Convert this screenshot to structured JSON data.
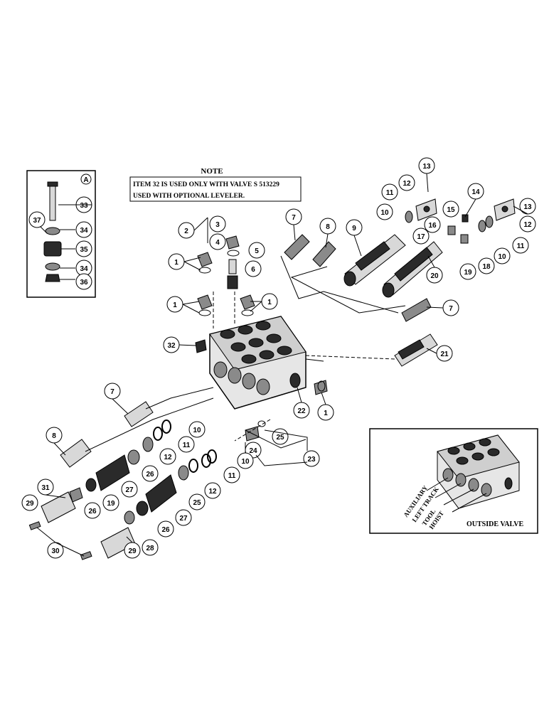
{
  "note": {
    "title": "NOTE",
    "line1": "ITEM 32 IS USED ONLY WITH VALVE S 513229",
    "line2": "USED WITH OPTIONAL LEVELER."
  },
  "detail_marker": "A",
  "inset": {
    "caption": "OUTSIDE VALVE",
    "labels": [
      "AUXILIARY",
      "LEFT TRACK",
      "TOOL",
      "HOIST"
    ]
  },
  "callouts": {
    "c1a": "1",
    "c1b": "1",
    "c1c": "1",
    "c1d": "1",
    "c2": "2",
    "c3": "3",
    "c4": "4",
    "c5": "5",
    "c6": "6",
    "c7a": "7",
    "c7b": "7",
    "c7c": "7",
    "c8a": "8",
    "c8b": "8",
    "c9": "9",
    "c10a": "10",
    "c10b": "10",
    "c10c": "10",
    "c10d": "10",
    "c11a": "11",
    "c11b": "11",
    "c11c": "11",
    "c11d": "11",
    "c12a": "12",
    "c12b": "12",
    "c12c": "12",
    "c12d": "12",
    "c13a": "13",
    "c13b": "13",
    "c14": "14",
    "c15": "15",
    "c16": "16",
    "c17": "17",
    "c18": "18",
    "c19a": "19",
    "c19b": "19",
    "c20": "20",
    "c21": "21",
    "c22": "22",
    "c23": "23",
    "c24": "24",
    "c25a": "25",
    "c25b": "25",
    "c26a": "26",
    "c26b": "26",
    "c26c": "26",
    "c27a": "27",
    "c27b": "27",
    "c28": "28",
    "c29a": "29",
    "c29b": "29",
    "c30": "30",
    "c31": "31",
    "c32": "32",
    "c33": "33",
    "c34a": "34",
    "c34b": "34",
    "c35": "35",
    "c36": "36",
    "c37": "37"
  }
}
